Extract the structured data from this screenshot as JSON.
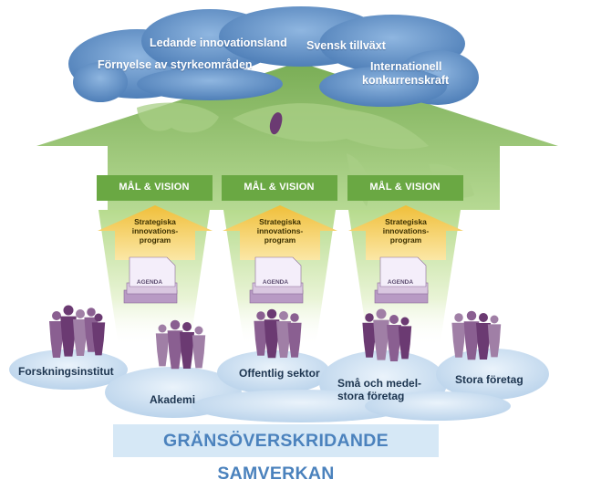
{
  "top_cloud": {
    "goals": [
      "Ledande innovationsland",
      "Svensk tillväxt",
      "Förnyelse av styrkeområden",
      "Internationell",
      "konkurrenskraft"
    ]
  },
  "pillars": [
    {
      "goal_label": "MÅL & VISION",
      "program_label": "Strategiska\ninnovations-\nprogram",
      "agenda_label": "AGENDA"
    },
    {
      "goal_label": "MÅL & VISION",
      "program_label": "Strategiska\ninnovations-\nprogram",
      "agenda_label": "AGENDA"
    },
    {
      "goal_label": "MÅL & VISION",
      "program_label": "Strategiska\ninnovations-\nprogram",
      "agenda_label": "AGENDA"
    }
  ],
  "stakeholders": [
    "Forskningsinstitut",
    "Akademi",
    "Offentlig sektor",
    "Små och medel-",
    "stora företag",
    "Stora företag"
  ],
  "banner_text": "GRÄNSÖVERSKRIDANDE SAMVERKAN",
  "colors": {
    "cloud_blue": "#5f8fc6",
    "cloud_light": "#cfe1f1",
    "roof_green": "#8bbf6a",
    "goal_box_green": "#6aa843",
    "program_arrow_yellow": "#f2c84b",
    "people_purple": "#6b3a72",
    "banner_text_blue": "#4b82bd"
  }
}
